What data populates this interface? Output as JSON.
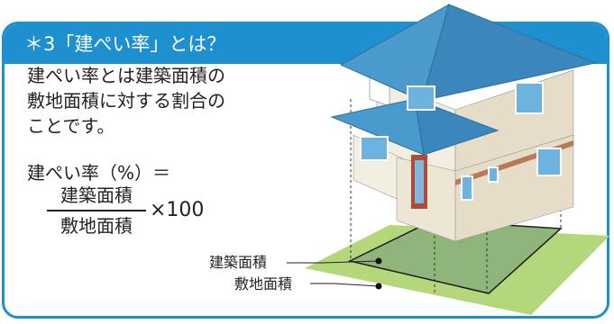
{
  "title": "＊3「建ぺい率」とは？",
  "description": [
    "建ぺい率とは建築面積の",
    "敷地面積に対する割合の",
    "ことです。"
  ],
  "formula": {
    "lhs": "建ぺい率（%）＝",
    "numerator": "建築面積",
    "denominator": "敷地面積",
    "multiplier": "×100"
  },
  "labels": {
    "building_area": "建築面積",
    "site_area": "敷地面積"
  },
  "colors": {
    "accent": "#1e90cf",
    "site": "#b3d77a",
    "building_footprint": "#8fb57a",
    "roof": "#3c8fc4",
    "wall": "#efe8d8",
    "door": "#b24a3a"
  }
}
